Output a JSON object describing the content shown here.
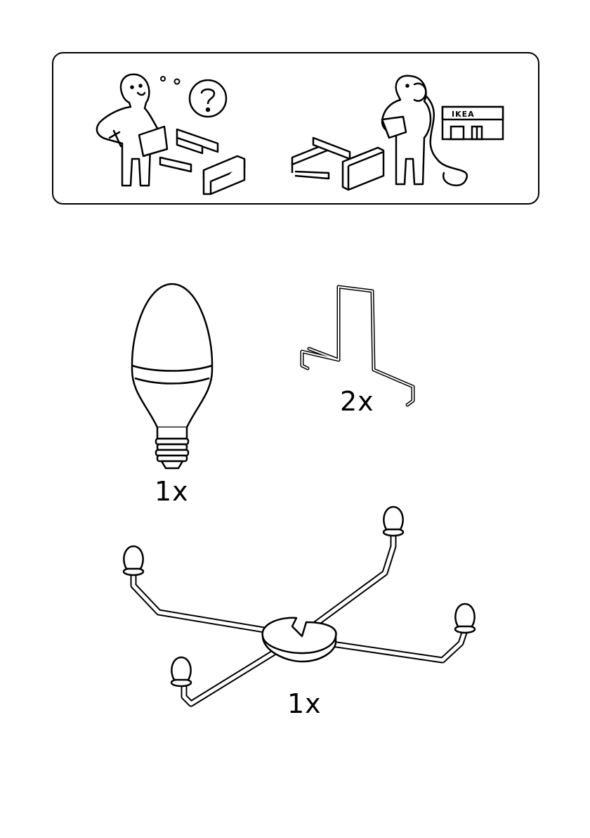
{
  "help_panel": {
    "store_sign": "IKEA"
  },
  "parts": [
    {
      "name": "led-bulb",
      "quantity": "1x"
    },
    {
      "name": "wire-bracket",
      "quantity": "2x"
    },
    {
      "name": "chandelier-arm-frame",
      "quantity": "1x"
    }
  ]
}
